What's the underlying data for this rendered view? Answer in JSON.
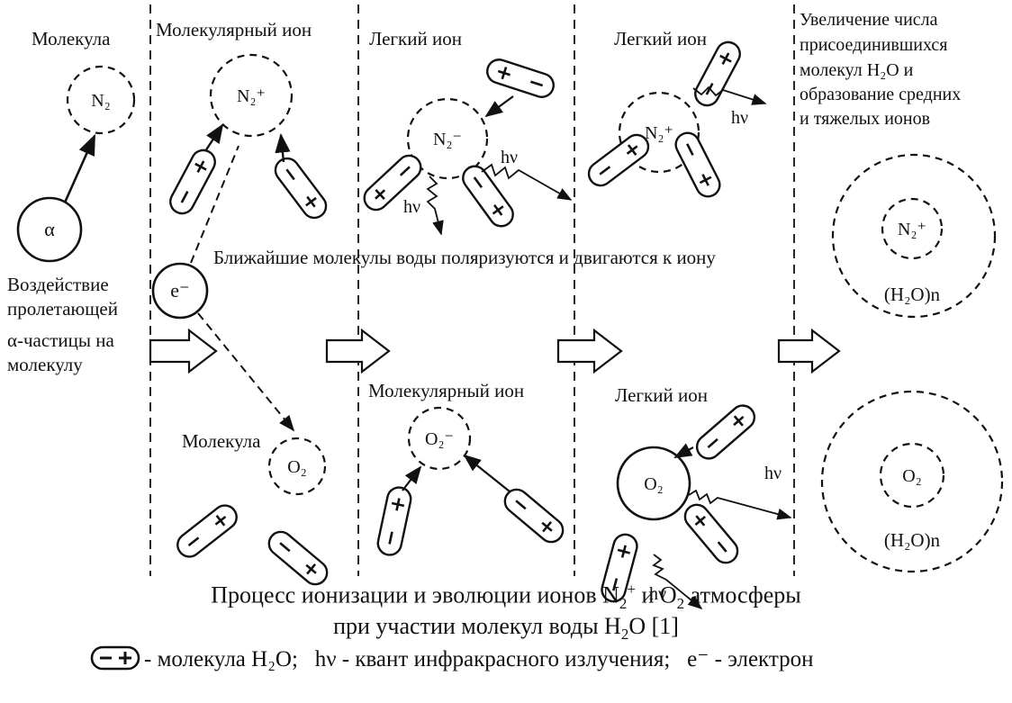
{
  "columns": {
    "c1": {
      "top_title": "Молекула",
      "alpha": "α",
      "electron": "e⁻",
      "effect_text": [
        "Воздействие",
        "пролетающей",
        "α-частицы на",
        "молекулу"
      ]
    },
    "c2": {
      "top_title": "Молекулярный ион",
      "bottom_title": "Молекула"
    },
    "c3": {
      "top_title": "Легкий ион",
      "bottom_title": "Молекулярный ион"
    },
    "c4": {
      "top_title": "Легкий ион",
      "bottom_title": "Легкий ион"
    },
    "c5": {
      "top_text": [
        "Увеличение числа",
        "присоединившихся",
        "молекул H₂O и",
        "образование средних",
        "и тяжелых ионов"
      ]
    }
  },
  "middle_text": "Ближайшие молекулы воды поляризуются и двигаются к иону",
  "particles": {
    "N2": "N₂",
    "N2_plus": "N₂⁺",
    "N2_minus": "N₂⁻",
    "O2": "O₂",
    "O2_minus": "O₂⁻",
    "water_cluster": "(H₂O)n",
    "photon": "hν"
  },
  "caption": {
    "line1_a": "Процесс ионизации и эволюции ионов N",
    "line1_sub": "2",
    "line1_sup": "+",
    "line1_b": " и O",
    "line1_sub2": "2",
    "line1_c": " атмосферы",
    "line2_a": "при участии молекул воды H",
    "line2_sub": "2",
    "line2_c": "O [1]"
  },
  "legend": {
    "water": "- молекула H₂O;",
    "photon": "hν - квант инфракрасного излучения;",
    "electron": "e⁻ - электрон"
  }
}
